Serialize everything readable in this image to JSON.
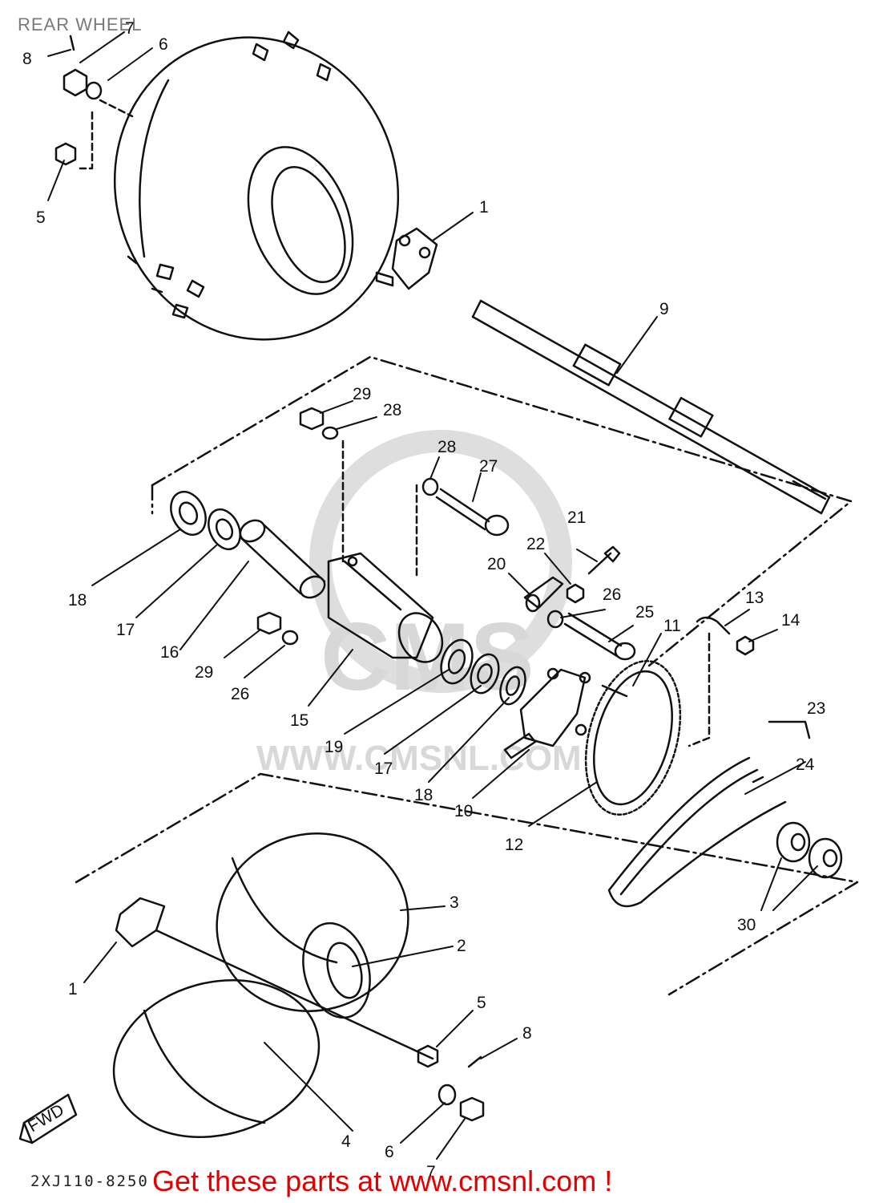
{
  "title": "REAR WHEEL",
  "drawing_code": "2XJ110-8250",
  "promo_text": "Get these parts at www.cmsnl.com !",
  "watermark": {
    "brand": "CMS",
    "url": "WWW.CMSNL.COM"
  },
  "fwd_label": "FWD",
  "colors": {
    "line": "#111111",
    "promo": "#e00000",
    "watermark": "#d8d8d8"
  },
  "callouts": [
    "1",
    "9",
    "29",
    "28",
    "28",
    "27",
    "21",
    "22",
    "20",
    "26",
    "25",
    "11",
    "13",
    "14",
    "18",
    "17",
    "16",
    "29",
    "26",
    "15",
    "19",
    "17",
    "18",
    "10",
    "12",
    "23",
    "24",
    "30",
    "3",
    "2",
    "1",
    "5",
    "8",
    "6",
    "4",
    "7",
    "8",
    "6",
    "7",
    "5"
  ]
}
